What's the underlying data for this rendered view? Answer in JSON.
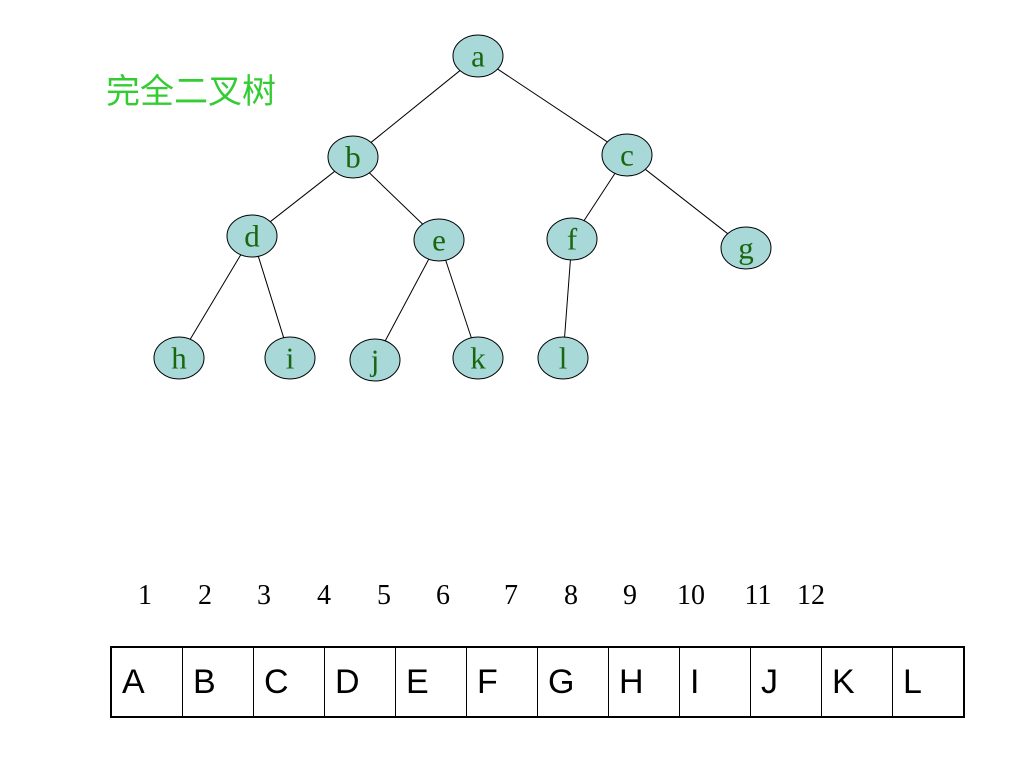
{
  "title": "完全二叉树",
  "colors": {
    "title": "#33cc33",
    "node_fill": "#a8d8d8",
    "node_text": "#1a6610"
  },
  "tree": {
    "nodes": [
      {
        "id": "a",
        "label": "a"
      },
      {
        "id": "b",
        "label": "b"
      },
      {
        "id": "c",
        "label": "c"
      },
      {
        "id": "d",
        "label": "d"
      },
      {
        "id": "e",
        "label": "e"
      },
      {
        "id": "f",
        "label": "f"
      },
      {
        "id": "g",
        "label": "g"
      },
      {
        "id": "h",
        "label": "h"
      },
      {
        "id": "i",
        "label": "i"
      },
      {
        "id": "j",
        "label": "j"
      },
      {
        "id": "k",
        "label": "k"
      },
      {
        "id": "l",
        "label": "l"
      }
    ],
    "edges": [
      [
        "a",
        "b"
      ],
      [
        "a",
        "c"
      ],
      [
        "b",
        "d"
      ],
      [
        "b",
        "e"
      ],
      [
        "c",
        "f"
      ],
      [
        "c",
        "g"
      ],
      [
        "d",
        "h"
      ],
      [
        "d",
        "i"
      ],
      [
        "e",
        "j"
      ],
      [
        "e",
        "k"
      ],
      [
        "f",
        "l"
      ]
    ]
  },
  "indices": [
    "1",
    "2",
    "3",
    "4",
    "5",
    "6",
    "7",
    "8",
    "9",
    "10",
    "11",
    "12"
  ],
  "array_cells": [
    "A",
    "B",
    "C",
    "D",
    "E",
    "F",
    "G",
    "H",
    "I",
    "J",
    "K",
    "L"
  ]
}
